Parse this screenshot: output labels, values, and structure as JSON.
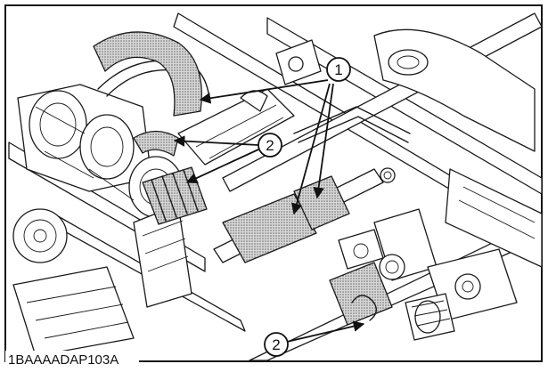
{
  "figure": {
    "code": "1BAAAADAP103A",
    "callouts": [
      {
        "label": "1",
        "name": "callout-1"
      },
      {
        "label": "2",
        "name": "callout-2-upper"
      },
      {
        "label": "2",
        "name": "callout-2-lower"
      }
    ]
  }
}
